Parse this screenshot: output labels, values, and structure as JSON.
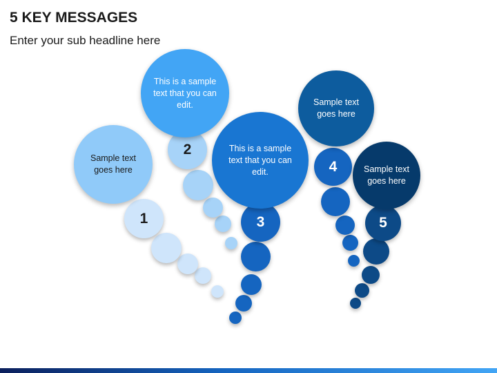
{
  "header": {
    "title": "5 KEY MESSAGES",
    "subtitle": "Enter your sub headline here"
  },
  "messages": [
    {
      "number": "1",
      "text": "Sample text goes here"
    },
    {
      "number": "2",
      "text": "This is a sample text that you can edit."
    },
    {
      "number": "3",
      "text": "This is a sample text that you can edit."
    },
    {
      "number": "4",
      "text": "Sample text goes here"
    },
    {
      "number": "5",
      "text": "Sample text goes here"
    }
  ],
  "colors": {
    "message_1": "#90caf9",
    "message_1_light": "#cfe5fb",
    "message_2": "#42a5f5",
    "message_2_light": "#a7d3f8",
    "message_3": "#1976d2",
    "message_4": "#0d5c9e",
    "message_5": "#063a6b",
    "bottom_bar_start": "#0b1f5c",
    "bottom_bar_end": "#42a5f5"
  }
}
